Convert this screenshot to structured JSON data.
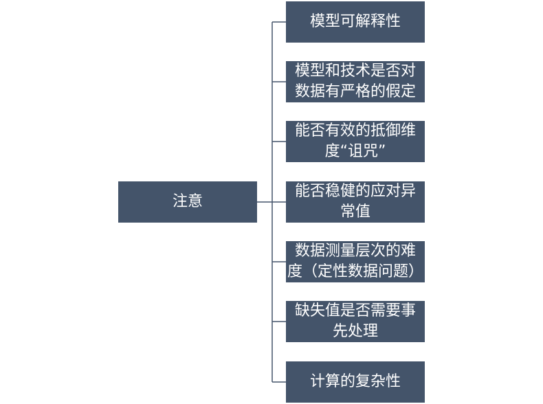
{
  "diagram": {
    "root": {
      "label": "注意"
    },
    "branches": [
      {
        "lines": [
          "模型可解释性"
        ]
      },
      {
        "lines": [
          "模型和技术是否对",
          "数据有严格的假定"
        ]
      },
      {
        "lines": [
          "能否有效的抵御维",
          "度“诅咒”"
        ]
      },
      {
        "lines": [
          "能否稳健的应对异",
          "常值"
        ]
      },
      {
        "lines": [
          "数据测量层次的难",
          "度（定性数据问题）"
        ]
      },
      {
        "lines": [
          "缺失值是否需要事",
          "先处理"
        ]
      },
      {
        "lines": [
          "计算的复杂性"
        ]
      }
    ],
    "colors": {
      "node_fill": "#44546a",
      "node_text": "#ffffff",
      "connector": "#44546a"
    }
  }
}
